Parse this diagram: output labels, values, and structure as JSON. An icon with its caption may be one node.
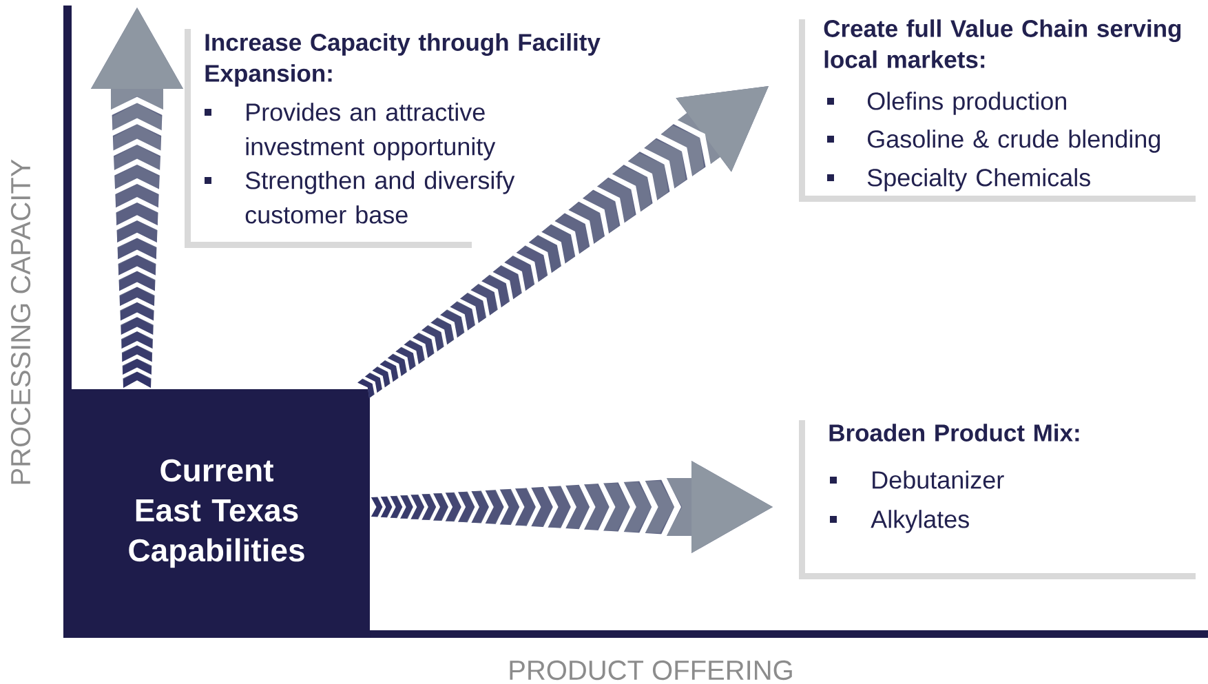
{
  "diagram": {
    "nodes": [
      {
        "text": [
          "Current East Texas Capabilities"
        ]
      },
      {
        "text": [
          "Increase Capacity through Facility Expansion:",
          "Provides an attractive investment opportunity",
          "Strengthen and diversify customer base"
        ]
      },
      {
        "text": [
          "Create full Value Chain serving local markets:",
          "Olefins production",
          "Gasoline & crude blending",
          "Specialty Chemicals"
        ]
      },
      {
        "text": [
          "Broaden Product Mix:",
          "Debutanizer",
          "Alkylates"
        ]
      }
    ],
    "edges": [
      {
        "from": 0,
        "to": 1,
        "arrow": "to"
      },
      {
        "from": 0,
        "to": 2,
        "arrow": "to"
      },
      {
        "from": 0,
        "to": 3,
        "arrow": "to"
      }
    ],
    "labels": [
      "PROCESSING CAPACITY",
      "PRODUCT OFFERING"
    ]
  }
}
